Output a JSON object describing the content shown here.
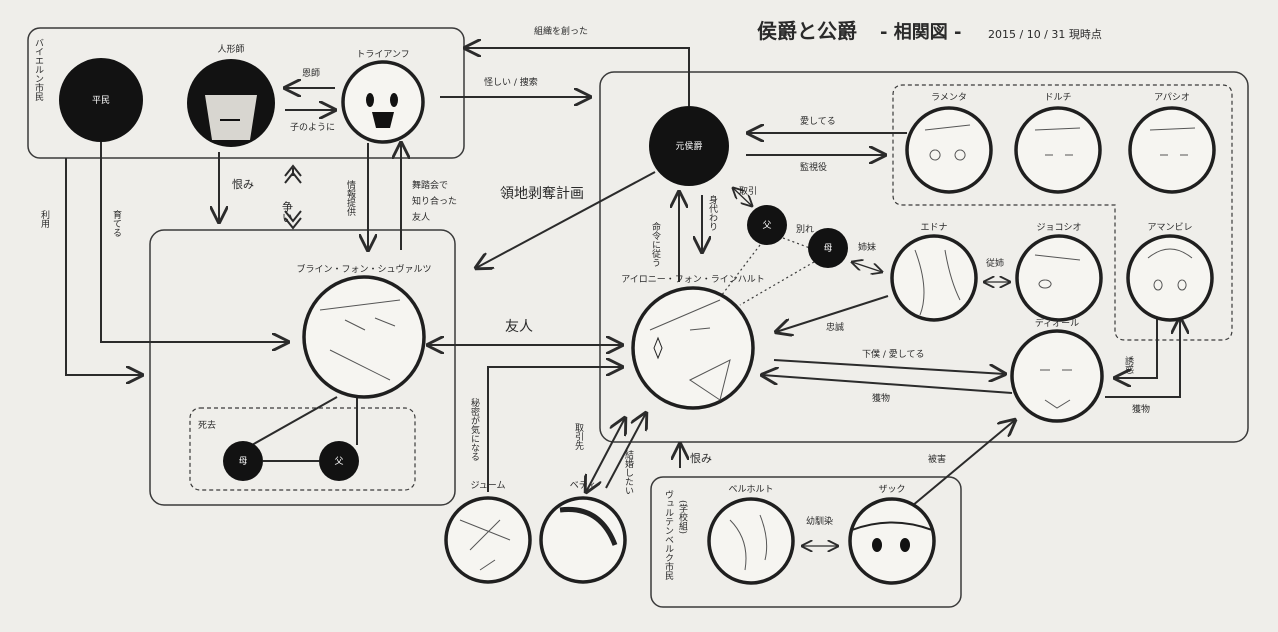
{
  "title": {
    "main": "侯爵と公爵",
    "sub": "- 相関図 -",
    "date": "2015 / 10 / 31 現時点"
  },
  "groups": {
    "bavaria": "バイエルン市民",
    "deceased": "死去",
    "wurttemberg": "ヴュルテンベルク市民",
    "wurttemberg_note": "(学校組)"
  },
  "characters": {
    "commoner": "平民",
    "puppeteer": "人形師",
    "triumph": "トライアンフ",
    "bryne": "ブライン・フォン・シュヴァルツ",
    "bryne_mother": "母",
    "bryne_father": "父",
    "former_marquis": "元侯爵",
    "lamenta": "ラメンタ",
    "dolce": "ドルチ",
    "apasio": "アパシオ",
    "father": "父",
    "mother": "母",
    "edna": "エドナ",
    "giocoso": "ジョコシオ",
    "amabile": "アマンビレ",
    "ironie": "アイロニー・フォン・ラインハルト",
    "dior": "ディオール",
    "jum": "ジューム",
    "betty": "ベティ",
    "berthold": "ベルホルト",
    "zack": "ザック"
  },
  "relations": {
    "mentor": "恩師",
    "like_child": "子のように",
    "grudge1": "恨み",
    "conflict": "争い",
    "info": "情報提供",
    "ball_friend_1": "舞踏会で",
    "ball_friend_2": "知り合った",
    "ball_friend_3": "友人",
    "use": "利用",
    "raise": "育てる",
    "founded": "組織を創った",
    "suspicious": "怪しい / 捜索",
    "plan": "領地剥奪計画",
    "loves": "愛してる",
    "watcher": "監視役",
    "deal": "取引",
    "substitute": "身代わり",
    "obey": "命令に従う",
    "parted": "別れ",
    "sisters": "姉妹",
    "cousin": "従姉",
    "friend": "友人",
    "loyalty": "忠誠",
    "servant_love": "下僕 / 愛してる",
    "prey1": "獲物",
    "temptation": "誘惑",
    "prey2": "獲物",
    "secret": "秘密が気になる",
    "client": "取引先",
    "marry": "結婚したい",
    "grudge2": "恨み",
    "victim": "被害",
    "childhood": "幼馴染"
  }
}
